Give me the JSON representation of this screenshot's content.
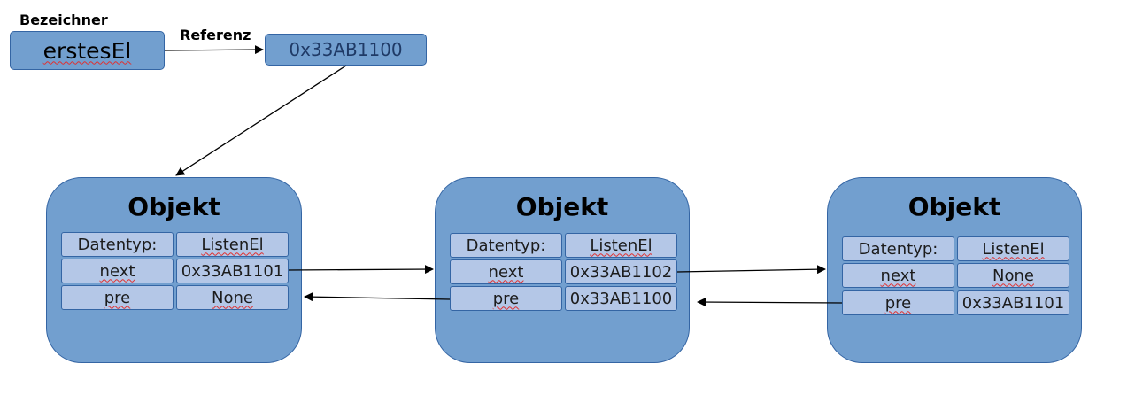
{
  "labels": {
    "identifier": "Bezeichner",
    "reference": "Referenz"
  },
  "variable": {
    "name": "erstesEl",
    "address": "0x33AB1100"
  },
  "objects": [
    {
      "title": "Objekt",
      "rows": [
        {
          "key": "Datentyp:",
          "value": "ListenEl"
        },
        {
          "key": "next",
          "value": "0x33AB1101"
        },
        {
          "key": "pre",
          "value": "None"
        }
      ]
    },
    {
      "title": "Objekt",
      "rows": [
        {
          "key": "Datentyp:",
          "value": "ListenEl"
        },
        {
          "key": "next",
          "value": "0x33AB1102"
        },
        {
          "key": "pre",
          "value": "0x33AB1100"
        }
      ]
    },
    {
      "title": "Objekt",
      "rows": [
        {
          "key": "Datentyp:",
          "value": "ListenEl"
        },
        {
          "key": "next",
          "value": "None"
        },
        {
          "key": "pre",
          "value": "0x33AB1101"
        }
      ]
    }
  ],
  "colors": {
    "box_fill": "#729fcf",
    "box_border": "#3465a4",
    "cell_fill": "#b4c7e7",
    "spellcheck_underline": "#e03030"
  }
}
